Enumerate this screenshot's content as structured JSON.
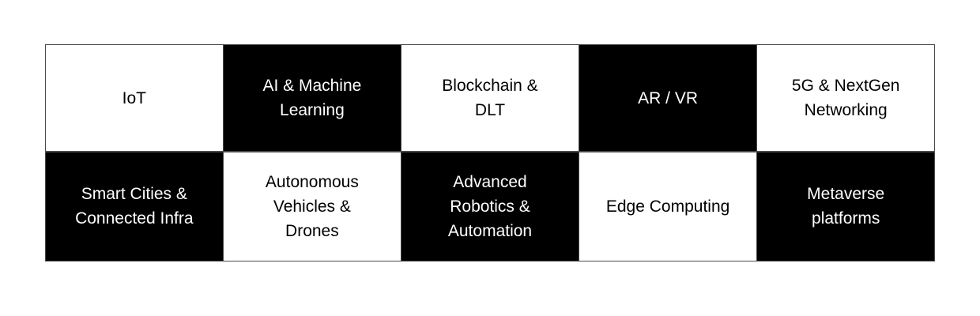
{
  "page": {
    "background": "#ffffff"
  },
  "table": {
    "kind": "checkerboard-table",
    "border_color": "#4a4a4a",
    "cell_dark_bg": "#000000",
    "cell_light_bg": "#ffffff",
    "rows": [
      {
        "cells": [
          {
            "label": "IoT",
            "variant": "light"
          },
          {
            "label": "AI & Machine\nLearning",
            "variant": "dark"
          },
          {
            "label": "Blockchain &\nDLT",
            "variant": "light"
          },
          {
            "label": "AR / VR",
            "variant": "dark"
          },
          {
            "label": "5G & NextGen\nNetworking",
            "variant": "light"
          }
        ]
      },
      {
        "cells": [
          {
            "label": "Smart Cities &\nConnected Infra",
            "variant": "dark"
          },
          {
            "label": "Autonomous\nVehicles &\nDrones",
            "variant": "light"
          },
          {
            "label": "Advanced\nRobotics &\nAutomation",
            "variant": "dark"
          },
          {
            "label": "Edge Computing",
            "variant": "light"
          },
          {
            "label": "Metaverse\nplatforms",
            "variant": "dark"
          }
        ]
      }
    ]
  }
}
